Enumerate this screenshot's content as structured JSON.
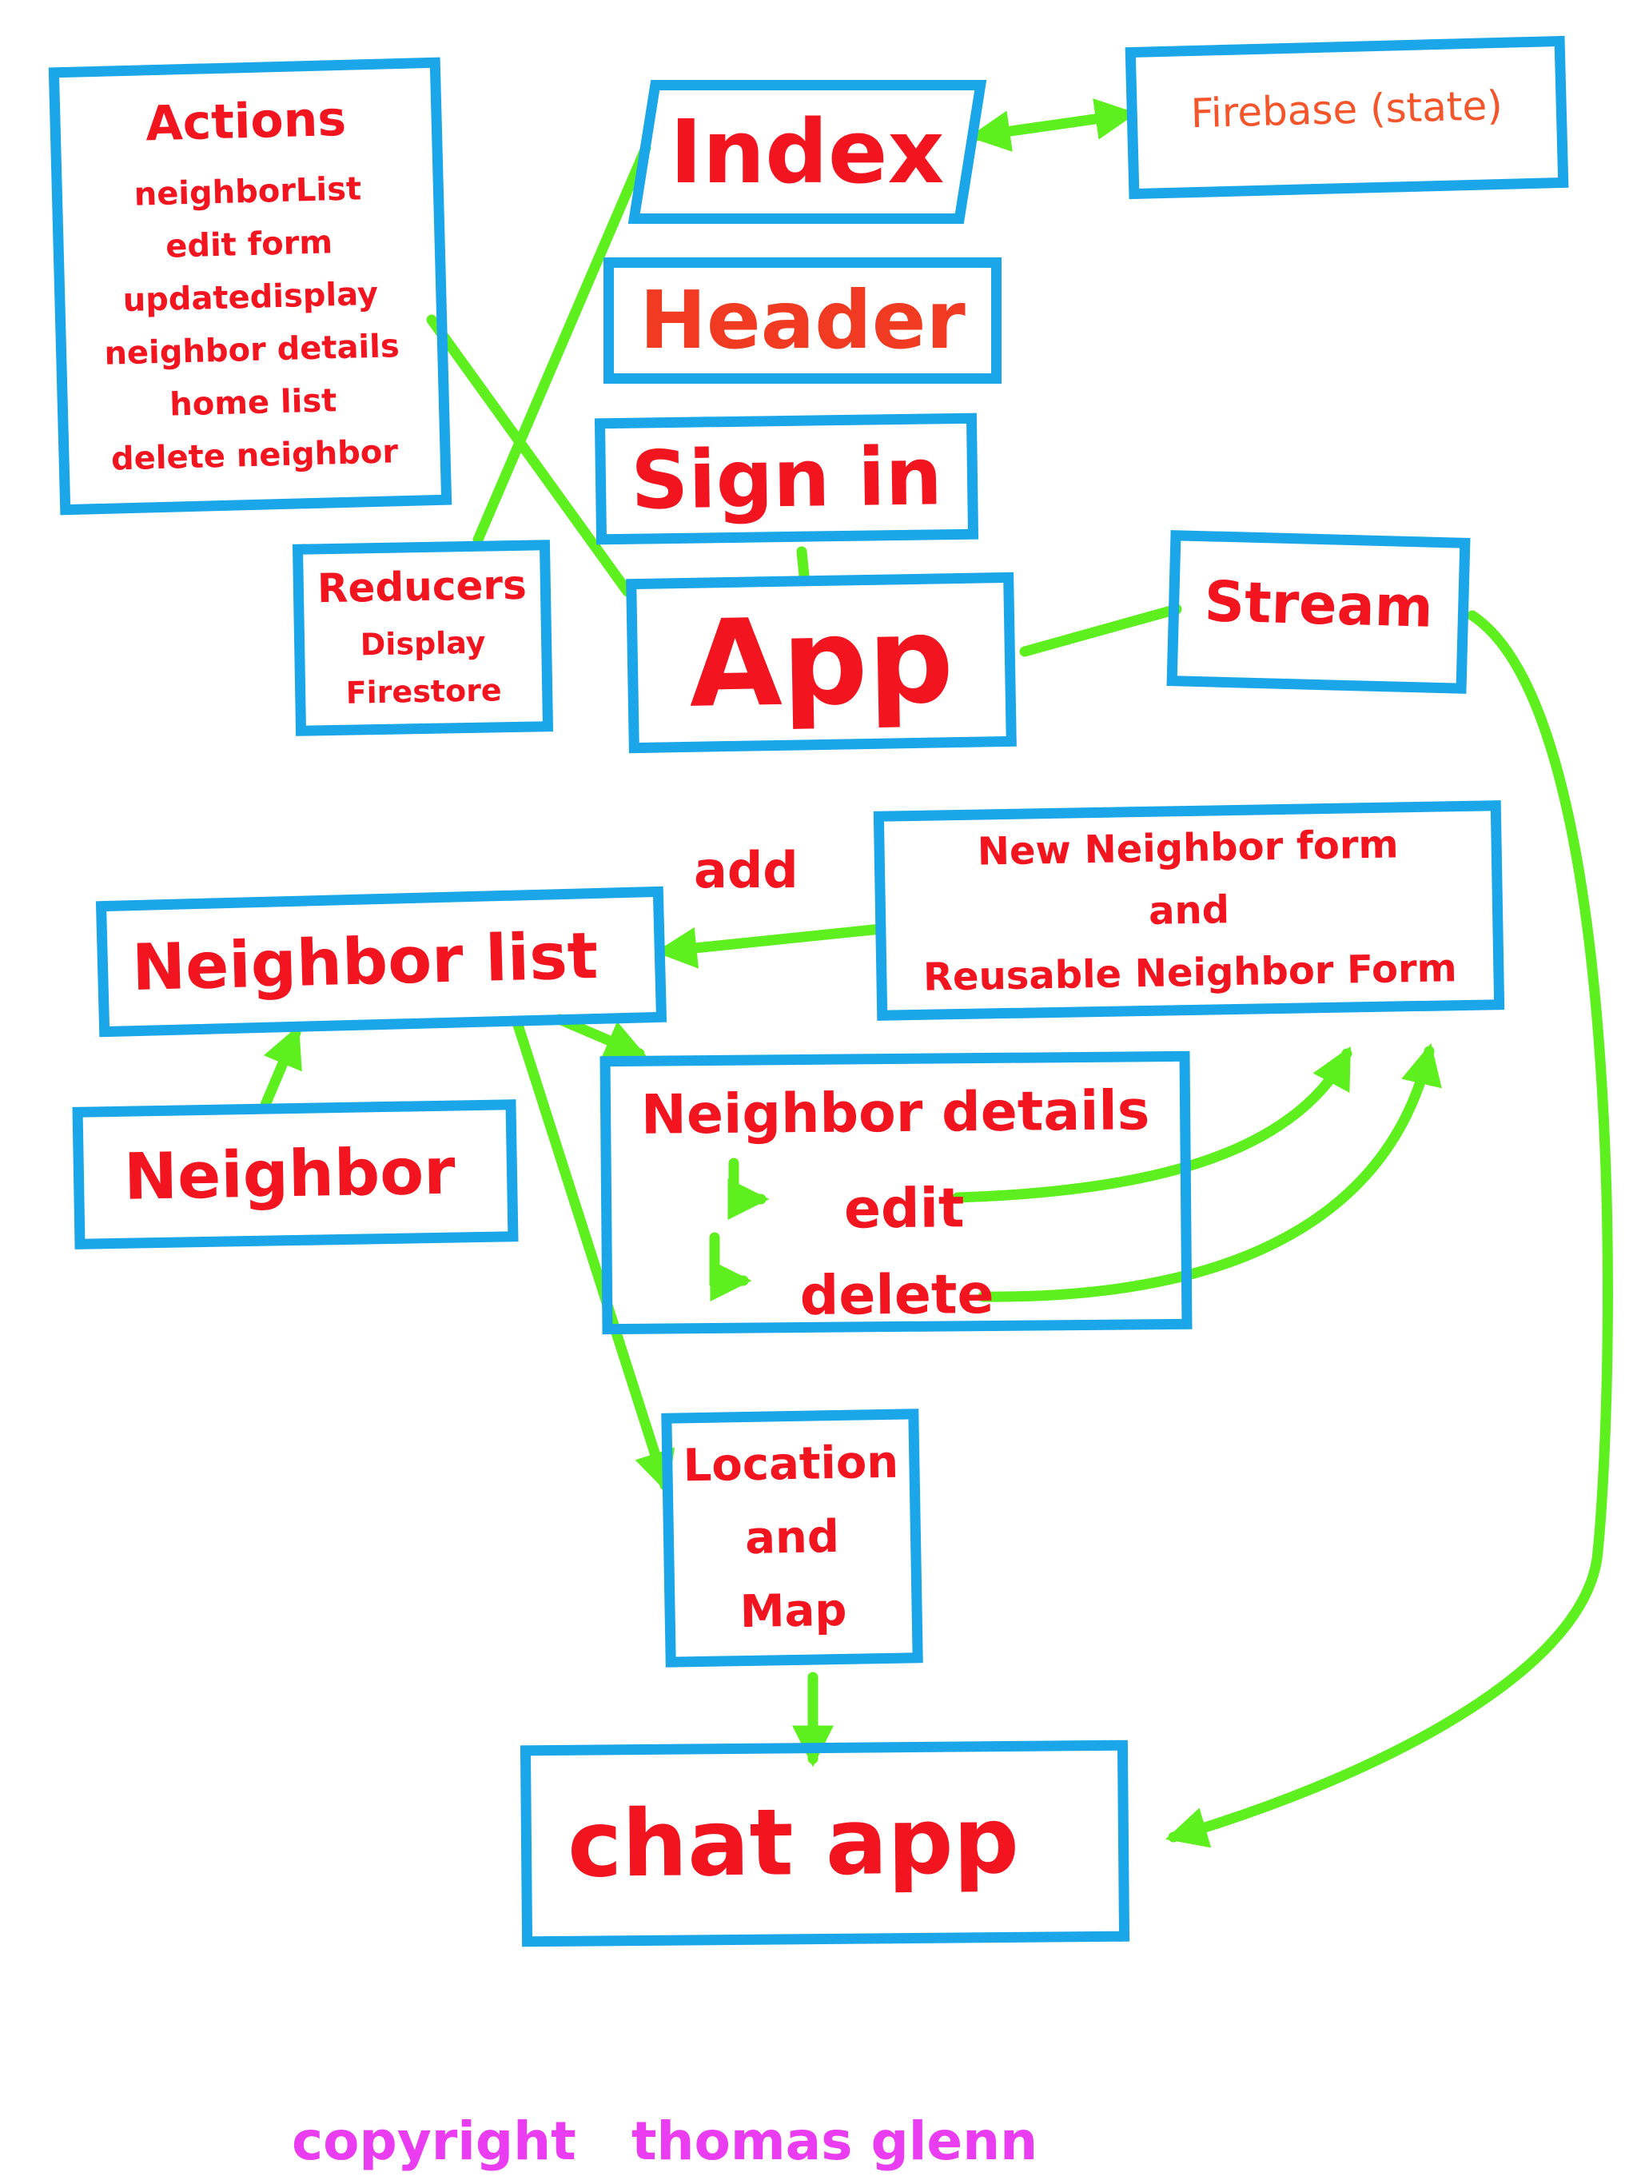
{
  "colors": {
    "box_border": "#1aa6e8",
    "text": "#f2141e",
    "firebase_text": "#f4552a",
    "arrow": "#5ef01e",
    "copyright": "#ea3cf0"
  },
  "boxes": {
    "actions": {
      "title": "Actions",
      "items": [
        "neighborList",
        "edit form",
        "updatedisplay",
        "neighbor details",
        "home list",
        "delete neighbor"
      ]
    },
    "index": {
      "label": "Index"
    },
    "firebase": {
      "label": "Firebase (state)"
    },
    "header": {
      "label": "Header"
    },
    "sign_in": {
      "label": "Sign in"
    },
    "reducers": {
      "title": "Reducers",
      "items": [
        "Display",
        "Firestore"
      ]
    },
    "app": {
      "label": "App"
    },
    "stream": {
      "label": "Stream"
    },
    "new_neighbor_form": {
      "lines": [
        "New Neighbor form",
        "and",
        "Reusable Neighbor Form"
      ]
    },
    "neighbor_list": {
      "label": "Neighbor list"
    },
    "neighbor": {
      "label": "Neighbor"
    },
    "neighbor_details": {
      "title": "Neighbor details",
      "edit": "edit",
      "delete": "delete"
    },
    "location_map": {
      "lines": [
        "Location",
        "and",
        "Map"
      ]
    },
    "chat_app": {
      "label": "chat app"
    }
  },
  "edge_labels": {
    "add": "add"
  },
  "footer": {
    "copyright": "copyright",
    "author": "thomas glenn"
  }
}
